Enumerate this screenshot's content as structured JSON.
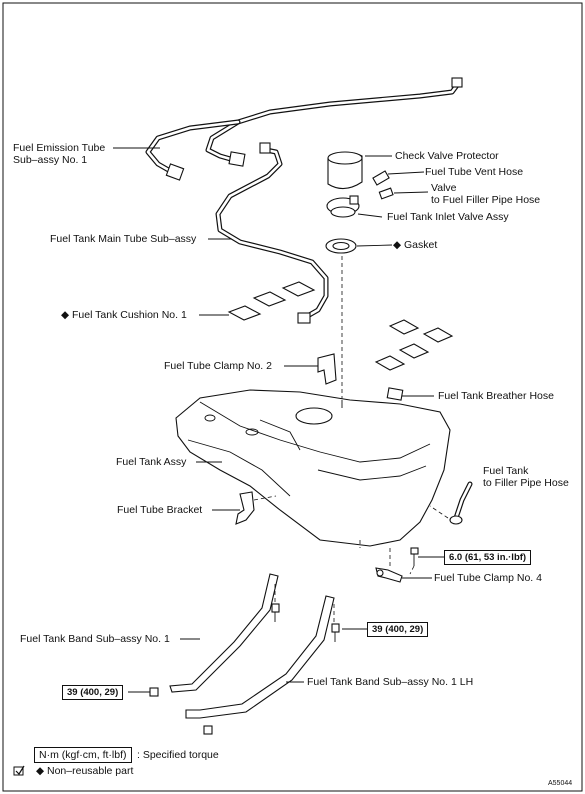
{
  "labels": {
    "fuel_emission_tube_1": "Fuel Emission Tube",
    "fuel_emission_tube_2": "Sub–assy No. 1",
    "check_valve_protector": "Check Valve Protector",
    "fuel_tube_vent_hose": "Fuel Tube Vent Hose",
    "valve_1": "Valve",
    "valve_2": "to Fuel Filler Pipe Hose",
    "fuel_tank_inlet_valve": "Fuel Tank Inlet Valve Assy",
    "gasket": "Gasket",
    "fuel_tank_main_tube": "Fuel Tank Main Tube Sub–assy",
    "fuel_tank_cushion": "Fuel Tank Cushion No. 1",
    "fuel_tube_clamp_2": "Fuel Tube Clamp No. 2",
    "fuel_tank_breather_hose": "Fuel Tank Breather Hose",
    "fuel_tank_assy": "Fuel Tank Assy",
    "fuel_tank_filler_1": "Fuel Tank",
    "fuel_tank_filler_2": "to Filler Pipe Hose",
    "fuel_tube_bracket": "Fuel Tube Bracket",
    "fuel_tube_clamp_4": "Fuel Tube Clamp No. 4",
    "fuel_tank_band_1": "Fuel Tank Band Sub–assy No. 1",
    "fuel_tank_band_1_lh": "Fuel Tank Band Sub–assy No. 1 LH"
  },
  "torques": {
    "clamp4": "6.0 (61, 53 in.·lbf)",
    "band_right": "39 (400, 29)",
    "band_left": "39 (400, 29)"
  },
  "legend": {
    "unit_box": "N·m (kgf·cm, ft·lbf)",
    "unit_text": ": Specified torque",
    "nonreusable": "Non–reusable part"
  },
  "symbols": {
    "nonreusable_mark": "◆"
  },
  "figure_code": "A55044"
}
